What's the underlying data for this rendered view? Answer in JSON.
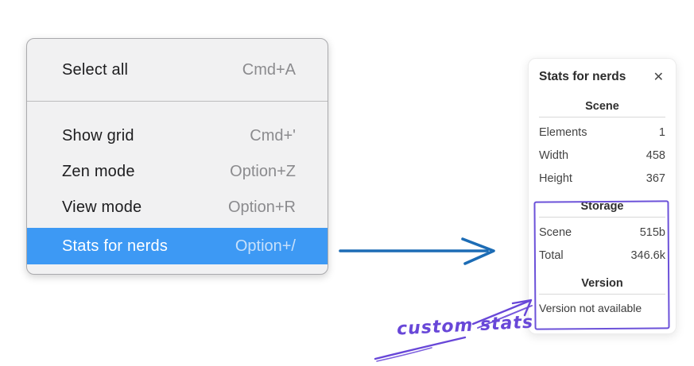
{
  "context_menu": {
    "items": [
      {
        "label": "Select all",
        "shortcut": "Cmd+A"
      },
      {
        "label": "Show grid",
        "shortcut": "Cmd+'"
      },
      {
        "label": "Zen mode",
        "shortcut": "Option+Z"
      },
      {
        "label": "View mode",
        "shortcut": "Option+R"
      },
      {
        "label": "Stats for nerds",
        "shortcut": "Option+/",
        "selected": true
      }
    ]
  },
  "stats_panel": {
    "title": "Stats for nerds",
    "close_icon": "✕",
    "scene": {
      "heading": "Scene",
      "rows": [
        {
          "label": "Elements",
          "value": "1"
        },
        {
          "label": "Width",
          "value": "458"
        },
        {
          "label": "Height",
          "value": "367"
        }
      ]
    },
    "storage": {
      "heading": "Storage",
      "rows": [
        {
          "label": "Scene",
          "value": "515b"
        },
        {
          "label": "Total",
          "value": "346.6k"
        }
      ]
    },
    "version": {
      "heading": "Version",
      "note": "Version not available"
    }
  },
  "annotation": {
    "label": "custom stats"
  },
  "colors": {
    "menu_highlight": "#3d99f4",
    "arrow_blue": "#1c6cb5",
    "annotation_purple": "#6847d8",
    "box_purple": "#6c52d9"
  }
}
